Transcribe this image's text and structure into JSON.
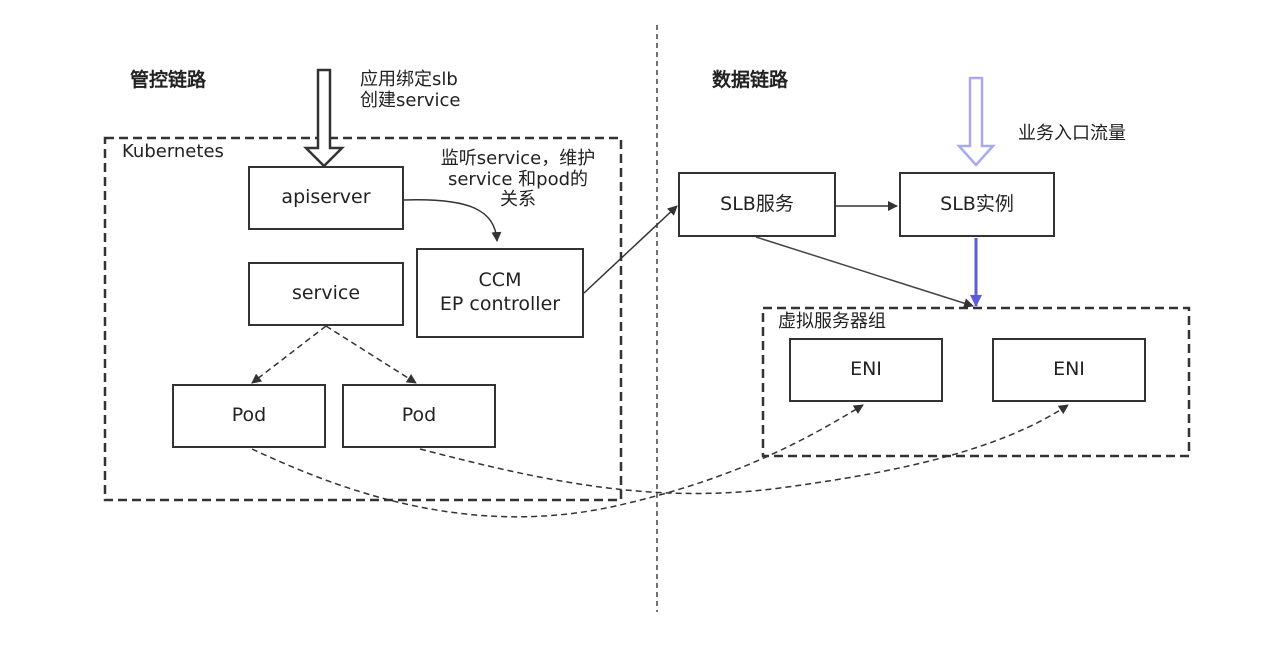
{
  "headings": {
    "control": "管控链路",
    "data": "数据链路"
  },
  "annotations": {
    "bind_line1": "应用绑定slb",
    "bind_line2": "创建service",
    "watch_line1": "监听service，维护",
    "watch_line2": "service 和pod的",
    "watch_line3": "关系",
    "traffic": "业务入口流量"
  },
  "groups": {
    "kubernetes": "Kubernetes",
    "vserver_group": "虚拟服务器组"
  },
  "nodes": {
    "apiserver": "apiserver",
    "service": "service",
    "ccm_line1": "CCM",
    "ccm_line2": "EP controller",
    "pod1": "Pod",
    "pod2": "Pod",
    "slb_service": "SLB服务",
    "slb_instance": "SLB实例",
    "eni1": "ENI",
    "eni2": "ENI"
  },
  "colors": {
    "line": "#333333",
    "traffic_arrow": "#a9a9f0",
    "data_arrow": "#5b5bdf"
  }
}
